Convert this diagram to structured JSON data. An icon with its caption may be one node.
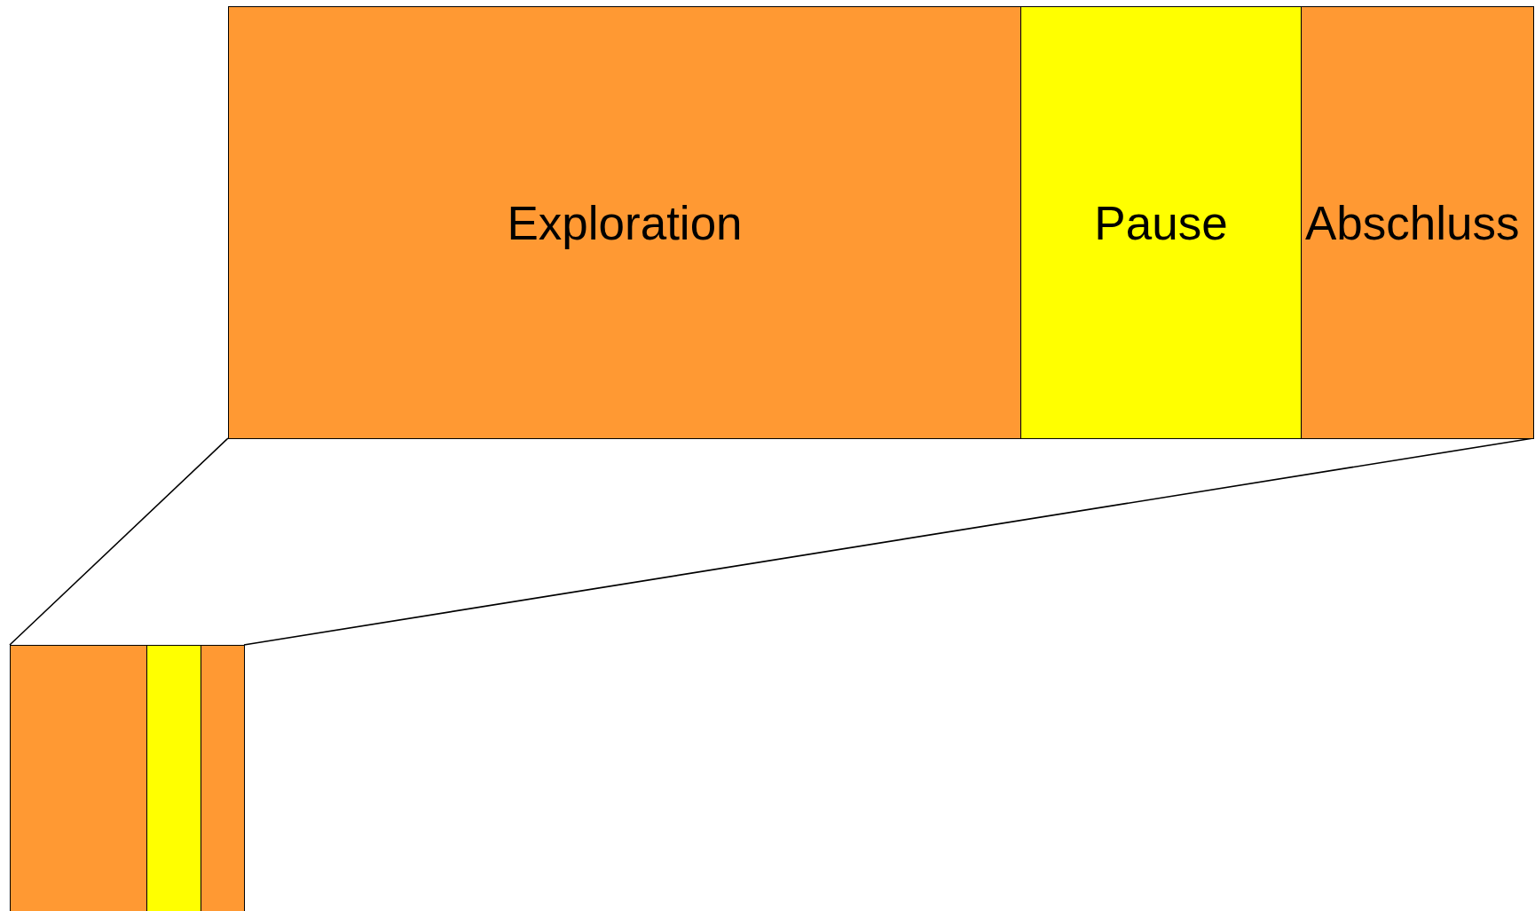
{
  "diagram": {
    "nodes": [
      {
        "text": [
          "Exploration"
        ]
      },
      {
        "text": [
          "Pause"
        ]
      },
      {
        "text": [
          "Abschluss"
        ]
      },
      {
        "text": [],
        "shape": "box"
      },
      {
        "text": [],
        "shape": "box"
      },
      {
        "text": [],
        "shape": "box"
      }
    ],
    "edges": [
      {
        "from": 0,
        "to": 3,
        "arrow": "none"
      },
      {
        "from": 2,
        "to": 5,
        "arrow": "none"
      }
    ]
  }
}
